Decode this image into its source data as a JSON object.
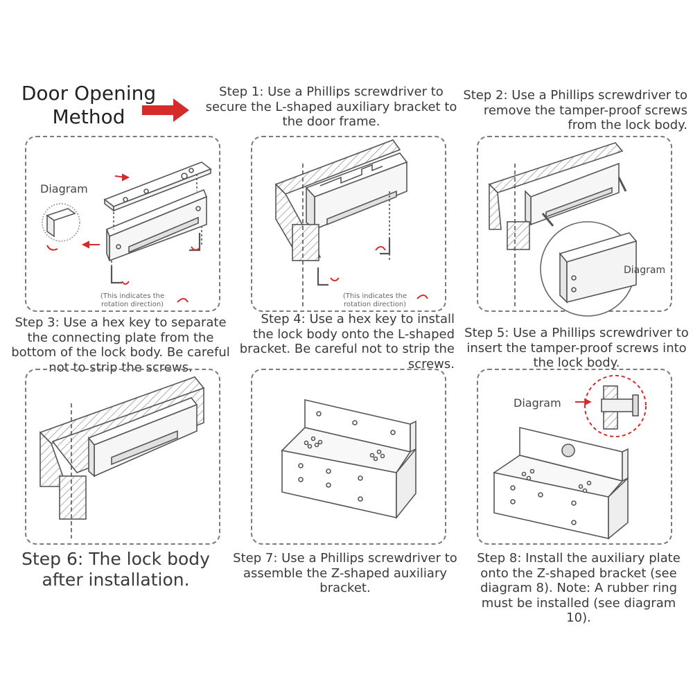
{
  "title": "Door Opening Method",
  "colors": {
    "accent": "#d62b2b",
    "line": "#555555",
    "hatch": "#8a8a8a"
  },
  "steps": {
    "s1": "Step 1: Use a Phillips screwdriver to secure the L-shaped auxiliary bracket to the door frame.",
    "s2": "Step 2: Use a Phillips screwdriver to remove the tamper-proof screws from the lock body.",
    "s3": "Step 3: Use a hex key to separate the connecting plate from the bottom of the lock body. Be careful not to strip the screws.",
    "s4": "Step 4: Use a hex key to install the lock body onto the L-shaped bracket. Be careful not to strip the screws.",
    "s5": "Step 5: Use a Phillips screwdriver to insert the tamper-proof screws into the lock body.",
    "s6": "Step 6: The lock body after installation.",
    "s7": "Step 7: Use a Phillips screwdriver to assemble the Z-shaped auxiliary bracket.",
    "s8": "Step 8: Install the auxiliary plate onto the Z-shaped bracket (see diagram 8). Note: A rubber ring must be installed (see diagram 10)."
  },
  "labels": {
    "diagram": "Diagram",
    "rotation_note": "(This indicates the rotation direction)"
  }
}
